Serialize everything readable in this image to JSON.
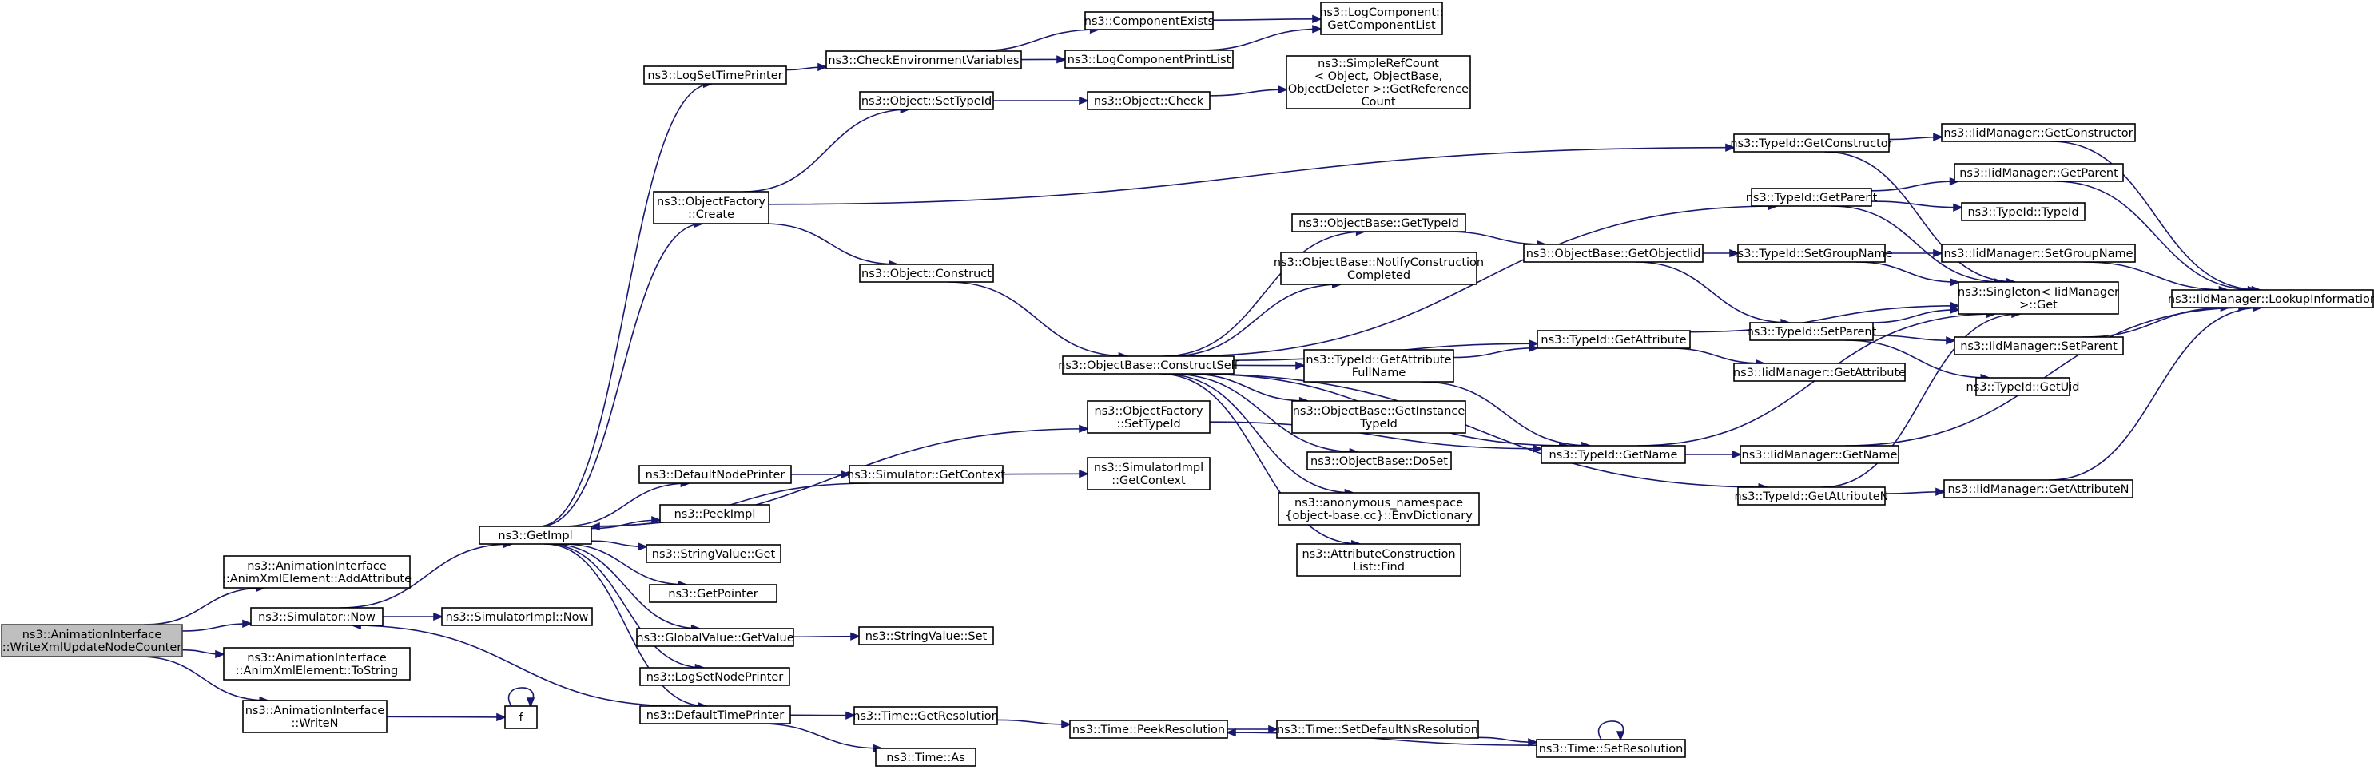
{
  "graph": {
    "colors": {
      "edge": "#191970",
      "node_border": "#000000",
      "root_fill": "#bfbfbf",
      "node_fill": "#ffffff"
    },
    "nodes": [
      {
        "id": "root",
        "lines": [
          "ns3::AnimationInterface",
          "::WriteXmlUpdateNodeCounter"
        ],
        "root": true
      },
      {
        "id": "addattr",
        "lines": [
          "ns3::AnimationInterface",
          "::AnimXmlElement::AddAttribute"
        ]
      },
      {
        "id": "simnow",
        "lines": [
          "ns3::Simulator::Now"
        ]
      },
      {
        "id": "tostring",
        "lines": [
          "ns3::AnimationInterface",
          "::AnimXmlElement::ToString"
        ]
      },
      {
        "id": "writen",
        "lines": [
          "ns3::AnimationInterface",
          "::WriteN"
        ]
      },
      {
        "id": "getimpl",
        "lines": [
          "ns3::GetImpl"
        ]
      },
      {
        "id": "simimplnow",
        "lines": [
          "ns3::SimulatorImpl::Now"
        ]
      },
      {
        "id": "f",
        "lines": [
          "f"
        ]
      },
      {
        "id": "logsettime",
        "lines": [
          "ns3::LogSetTimePrinter"
        ]
      },
      {
        "id": "ofcreate",
        "lines": [
          "ns3::ObjectFactory",
          "::Create"
        ]
      },
      {
        "id": "defnode",
        "lines": [
          "ns3::DefaultNodePrinter"
        ]
      },
      {
        "id": "peekimpl",
        "lines": [
          "ns3::PeekImpl"
        ]
      },
      {
        "id": "svget",
        "lines": [
          "ns3::StringValue::Get"
        ]
      },
      {
        "id": "getpointer",
        "lines": [
          "ns3::GetPointer"
        ]
      },
      {
        "id": "gvgetvalue",
        "lines": [
          "ns3::GlobalValue::GetValue"
        ]
      },
      {
        "id": "logsetnode",
        "lines": [
          "ns3::LogSetNodePrinter"
        ]
      },
      {
        "id": "deftime",
        "lines": [
          "ns3::DefaultTimePrinter"
        ]
      },
      {
        "id": "checkenv",
        "lines": [
          "ns3::CheckEnvironmentVariables"
        ]
      },
      {
        "id": "compexists",
        "lines": [
          "ns3::ComponentExists"
        ]
      },
      {
        "id": "logcompprint",
        "lines": [
          "ns3::LogComponentPrintList"
        ]
      },
      {
        "id": "logcompget",
        "lines": [
          "ns3::LogComponent::",
          "GetComponentList"
        ]
      },
      {
        "id": "objsettypeid",
        "lines": [
          "ns3::Object::SetTypeId"
        ]
      },
      {
        "id": "objcheck",
        "lines": [
          "ns3::Object::Check"
        ]
      },
      {
        "id": "refcount",
        "lines": [
          "ns3::SimpleRefCount",
          "< Object, ObjectBase,",
          "ObjectDeleter >::GetReference",
          "Count"
        ]
      },
      {
        "id": "objconstruct",
        "lines": [
          "ns3::Object::Construct"
        ]
      },
      {
        "id": "obconstructself",
        "lines": [
          "ns3::ObjectBase::ConstructSelf"
        ]
      },
      {
        "id": "ofsettypeid",
        "lines": [
          "ns3::ObjectFactory",
          "::SetTypeId"
        ]
      },
      {
        "id": "simgetctx",
        "lines": [
          "ns3::Simulator::GetContext"
        ]
      },
      {
        "id": "simimplctx",
        "lines": [
          "ns3::SimulatorImpl",
          "::GetContext"
        ]
      },
      {
        "id": "svset",
        "lines": [
          "ns3::StringValue::Set"
        ]
      },
      {
        "id": "timegetres",
        "lines": [
          "ns3::Time::GetResolution"
        ]
      },
      {
        "id": "timeas",
        "lines": [
          "ns3::Time::As"
        ]
      },
      {
        "id": "timepeekres",
        "lines": [
          "ns3::Time::PeekResolution"
        ]
      },
      {
        "id": "timesetdef",
        "lines": [
          "ns3::Time::SetDefaultNsResolution"
        ]
      },
      {
        "id": "timesetres",
        "lines": [
          "ns3::Time::SetResolution"
        ]
      },
      {
        "id": "obgettypeid",
        "lines": [
          "ns3::ObjectBase::GetTypeId"
        ]
      },
      {
        "id": "obnotify",
        "lines": [
          "ns3::ObjectBase::NotifyConstruction",
          "Completed"
        ]
      },
      {
        "id": "tidgetattrfull",
        "lines": [
          "ns3::TypeId::GetAttribute",
          "FullName"
        ]
      },
      {
        "id": "obgetinst",
        "lines": [
          "ns3::ObjectBase::GetInstance",
          "TypeId"
        ]
      },
      {
        "id": "obdoset",
        "lines": [
          "ns3::ObjectBase::DoSet"
        ]
      },
      {
        "id": "anonenv",
        "lines": [
          "ns3::anonymous_namespace",
          "{object-base.cc}::EnvDictionary"
        ]
      },
      {
        "id": "attrfind",
        "lines": [
          "ns3::AttributeConstruction",
          "List::Find"
        ]
      },
      {
        "id": "obgetobjtid",
        "lines": [
          "ns3::ObjectBase::GetObjectIid"
        ]
      },
      {
        "id": "tidgetattr",
        "lines": [
          "ns3::TypeId::GetAttribute"
        ]
      },
      {
        "id": "tidgetname",
        "lines": [
          "ns3::TypeId::GetName"
        ]
      },
      {
        "id": "tidgetctor",
        "lines": [
          "ns3::TypeId::GetConstructor"
        ]
      },
      {
        "id": "tidgetparent",
        "lines": [
          "ns3::TypeId::GetParent"
        ]
      },
      {
        "id": "tidtypeid",
        "lines": [
          "ns3::TypeId::TypeId"
        ]
      },
      {
        "id": "tidsetgroup",
        "lines": [
          "ns3::TypeId::SetGroupName"
        ]
      },
      {
        "id": "tidsetparent",
        "lines": [
          "ns3::TypeId::SetParent"
        ]
      },
      {
        "id": "tidgetuid",
        "lines": [
          "ns3::TypeId::GetUid"
        ]
      },
      {
        "id": "tidgetattrn",
        "lines": [
          "ns3::TypeId::GetAttributeN"
        ]
      },
      {
        "id": "iidgetctor",
        "lines": [
          "ns3::IidManager::GetConstructor"
        ]
      },
      {
        "id": "iidgetparent",
        "lines": [
          "ns3::IidManager::GetParent"
        ]
      },
      {
        "id": "iidsetgroup",
        "lines": [
          "ns3::IidManager::SetGroupName"
        ]
      },
      {
        "id": "singleton",
        "lines": [
          "ns3::Singleton< IidManager",
          ">::Get"
        ]
      },
      {
        "id": "iidsetparent",
        "lines": [
          "ns3::IidManager::SetParent"
        ]
      },
      {
        "id": "iidgetattr",
        "lines": [
          "ns3::IidManager::GetAttribute"
        ]
      },
      {
        "id": "iidgetname",
        "lines": [
          "ns3::IidManager::GetName"
        ]
      },
      {
        "id": "iidgetattrn",
        "lines": [
          "ns3::IidManager::GetAttributeN"
        ]
      },
      {
        "id": "iidlookup",
        "lines": [
          "ns3::IidManager::LookupInformation"
        ]
      }
    ],
    "edges": [
      [
        "root",
        "addattr"
      ],
      [
        "root",
        "simnow"
      ],
      [
        "root",
        "tostring"
      ],
      [
        "root",
        "writen"
      ],
      [
        "simnow",
        "getimpl"
      ],
      [
        "simnow",
        "simimplnow"
      ],
      [
        "writen",
        "f"
      ],
      [
        "f",
        "f"
      ],
      [
        "getimpl",
        "logsettime"
      ],
      [
        "getimpl",
        "ofcreate"
      ],
      [
        "getimpl",
        "defnode"
      ],
      [
        "getimpl",
        "peekimpl"
      ],
      [
        "getimpl",
        "svget"
      ],
      [
        "getimpl",
        "getpointer"
      ],
      [
        "getimpl",
        "gvgetvalue"
      ],
      [
        "getimpl",
        "logsetnode"
      ],
      [
        "getimpl",
        "deftime"
      ],
      [
        "getimpl",
        "ofsettypeid"
      ],
      [
        "logsettime",
        "checkenv"
      ],
      [
        "checkenv",
        "compexists"
      ],
      [
        "checkenv",
        "logcompprint"
      ],
      [
        "compexists",
        "logcompget"
      ],
      [
        "logcompprint",
        "logcompget"
      ],
      [
        "ofcreate",
        "objsettypeid"
      ],
      [
        "ofcreate",
        "objconstruct"
      ],
      [
        "ofcreate",
        "tidgetctor"
      ],
      [
        "objsettypeid",
        "objcheck"
      ],
      [
        "objcheck",
        "refcount"
      ],
      [
        "objconstruct",
        "obconstructself"
      ],
      [
        "defnode",
        "simgetctx"
      ],
      [
        "simgetctx",
        "simimplctx"
      ],
      [
        "simgetctx",
        "getimpl"
      ],
      [
        "gvgetvalue",
        "svset"
      ],
      [
        "deftime",
        "simnow"
      ],
      [
        "deftime",
        "timegetres"
      ],
      [
        "deftime",
        "timeas"
      ],
      [
        "timegetres",
        "timepeekres"
      ],
      [
        "timepeekres",
        "timesetdef"
      ],
      [
        "timesetdef",
        "timesetres"
      ],
      [
        "timesetres",
        "timepeekres"
      ],
      [
        "timesetres",
        "timesetres"
      ],
      [
        "ofsettypeid",
        "tidgetname"
      ],
      [
        "obconstructself",
        "obgettypeid"
      ],
      [
        "obconstructself",
        "obnotify"
      ],
      [
        "obconstructself",
        "tidgetattrfull"
      ],
      [
        "obconstructself",
        "obgetinst"
      ],
      [
        "obconstructself",
        "obdoset"
      ],
      [
        "obconstructself",
        "anonenv"
      ],
      [
        "obconstructself",
        "attrfind"
      ],
      [
        "obconstructself",
        "tidgetattr"
      ],
      [
        "obconstructself",
        "tidgetparent"
      ],
      [
        "obconstructself",
        "tidgetname"
      ],
      [
        "obconstructself",
        "tidgetattrn"
      ],
      [
        "obgettypeid",
        "obgetobjtid"
      ],
      [
        "obgetobjtid",
        "tidsetgroup"
      ],
      [
        "obgetobjtid",
        "tidsetparent"
      ],
      [
        "tidgetattrfull",
        "tidgetattr"
      ],
      [
        "tidgetattrfull",
        "tidgetname"
      ],
      [
        "tidgetattr",
        "singleton"
      ],
      [
        "tidgetattr",
        "iidgetattr"
      ],
      [
        "tidgetname",
        "iidgetname"
      ],
      [
        "tidgetname",
        "singleton"
      ],
      [
        "tidgetctor",
        "iidgetctor"
      ],
      [
        "tidgetctor",
        "singleton"
      ],
      [
        "tidgetparent",
        "iidgetparent"
      ],
      [
        "tidgetparent",
        "tidtypeid"
      ],
      [
        "tidgetparent",
        "singleton"
      ],
      [
        "tidsetgroup",
        "iidsetgroup"
      ],
      [
        "tidsetgroup",
        "singleton"
      ],
      [
        "tidsetparent",
        "singleton"
      ],
      [
        "tidsetparent",
        "iidsetparent"
      ],
      [
        "tidsetparent",
        "tidgetuid"
      ],
      [
        "tidgetattrn",
        "iidgetattrn"
      ],
      [
        "tidgetattrn",
        "singleton"
      ],
      [
        "iidgetctor",
        "iidlookup"
      ],
      [
        "iidgetparent",
        "iidlookup"
      ],
      [
        "iidsetgroup",
        "iidlookup"
      ],
      [
        "iidsetparent",
        "iidlookup"
      ],
      [
        "iidgetname",
        "iidlookup"
      ],
      [
        "iidgetattrn",
        "iidlookup"
      ]
    ]
  }
}
